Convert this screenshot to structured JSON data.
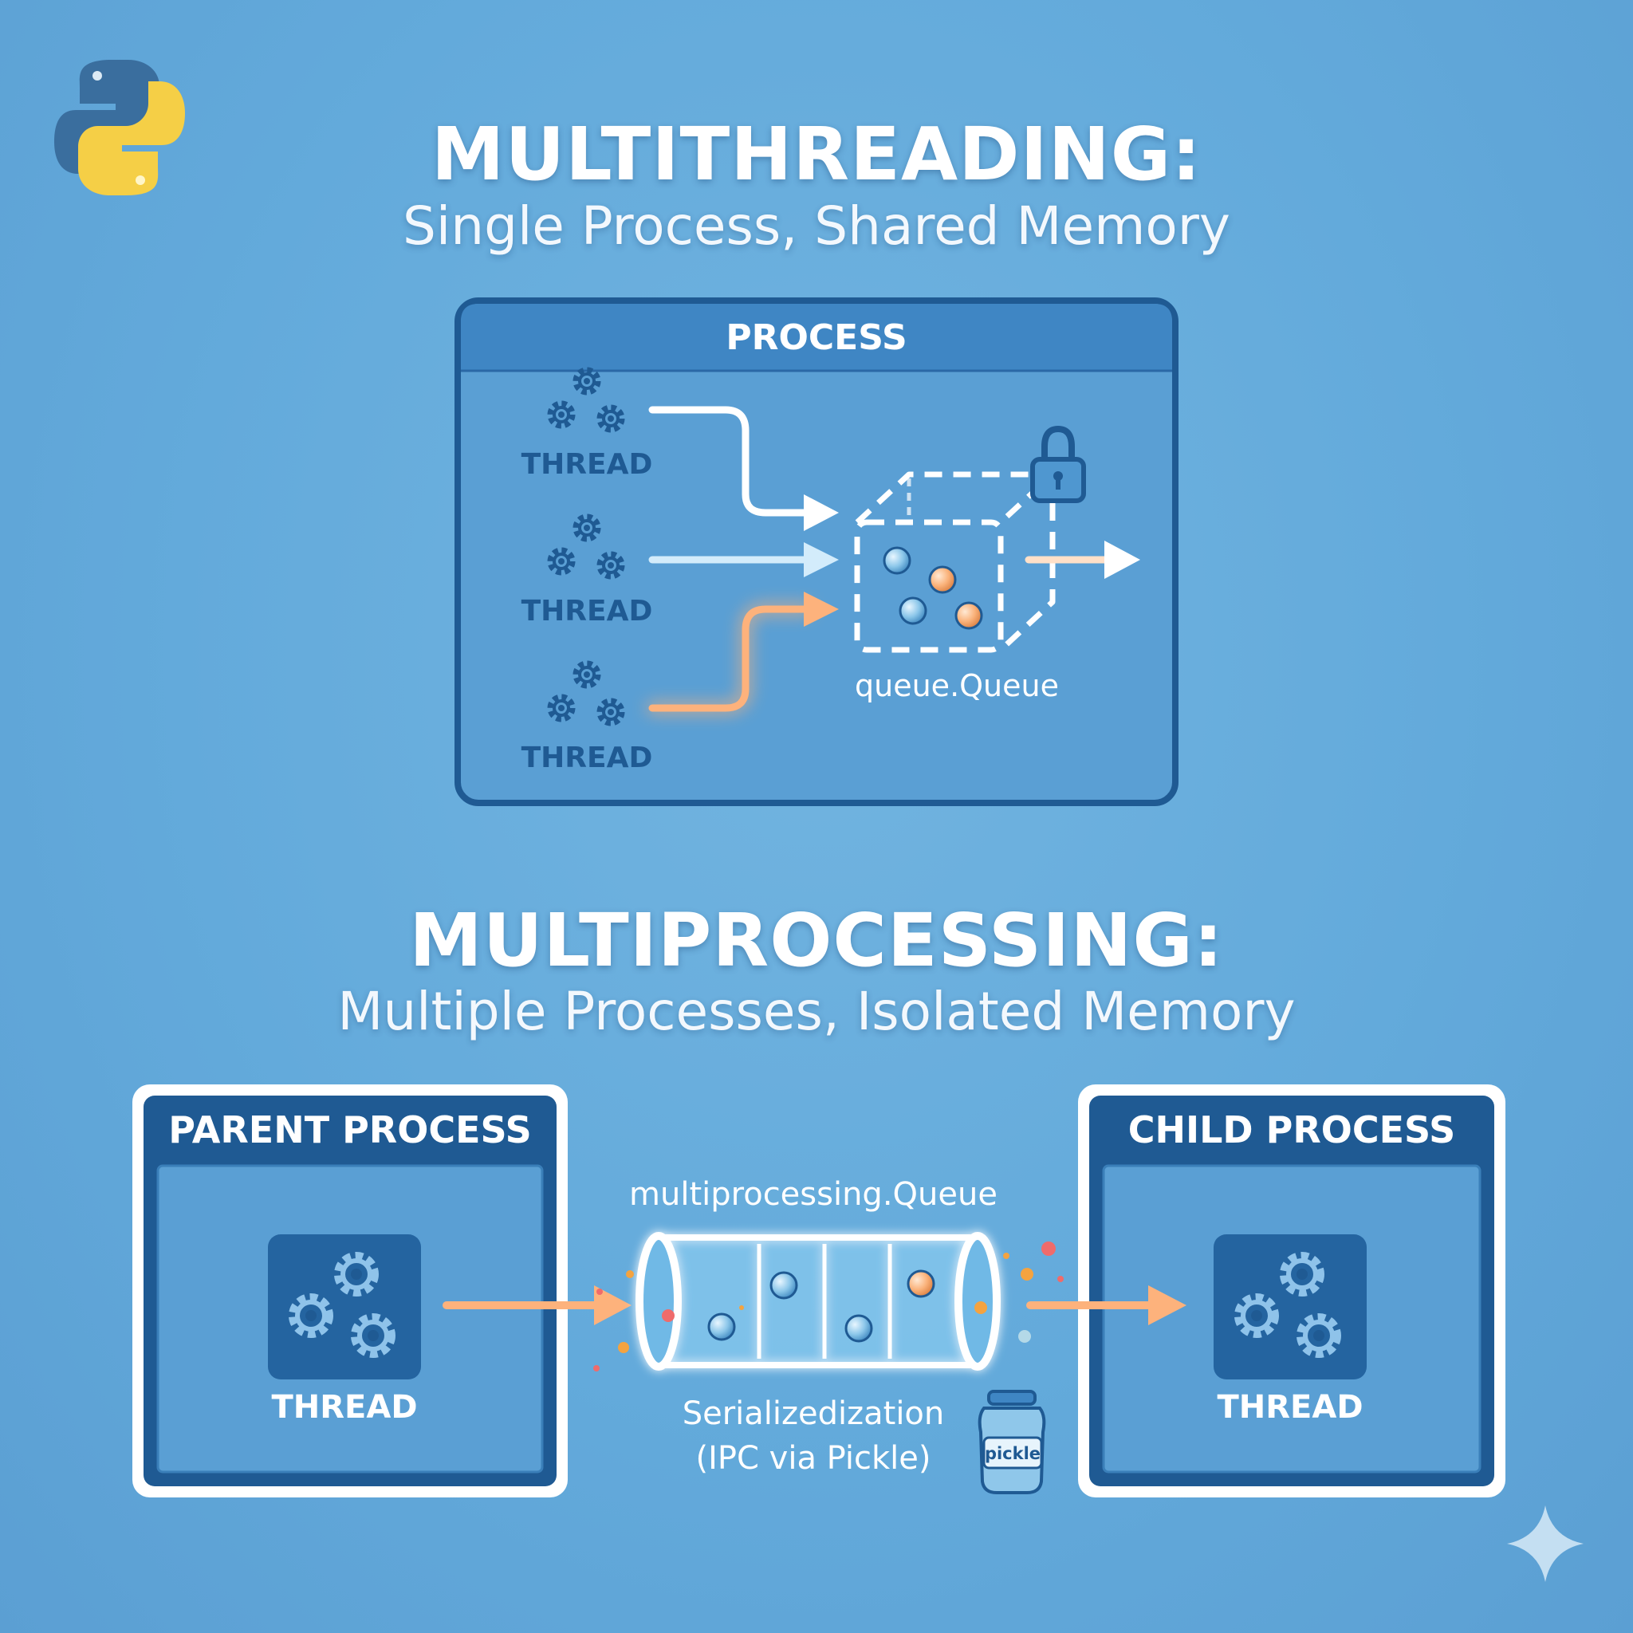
{
  "top_section": {
    "title": "MULTITHREADING:",
    "subtitle": "Single Process, Shared Memory",
    "process_label": "PROCESS",
    "threads": [
      "THREAD",
      "THREAD",
      "THREAD"
    ],
    "queue_label": "queue.Queue"
  },
  "bottom_section": {
    "title": "MULTIPROCESSING:",
    "subtitle": "Multiple Processes, Isolated Memory",
    "parent_label": "PARENT PROCESS",
    "parent_thread": "THREAD",
    "child_label": "CHILD PROCESS",
    "child_thread": "THREAD",
    "queue_label": "multiprocessing.Queue",
    "serialization_line1": "Serializedization",
    "serialization_line2": "(IPC via Pickle)",
    "jar_label": "pickle"
  },
  "icons": [
    "python-logo-icon",
    "gears-icon",
    "lock-icon",
    "pickle-jar-icon",
    "sparkle-icon"
  ],
  "colors": {
    "background": "#63aadb",
    "dark_blue": "#1f5a93",
    "panel_blue": "#3f86c4",
    "orange_arrow": "#fdb27c",
    "white": "#ffffff"
  }
}
